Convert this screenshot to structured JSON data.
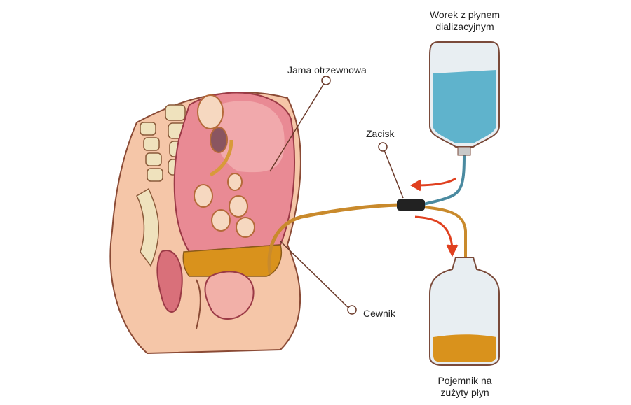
{
  "labels": {
    "bag_line1": "Worek z płynem",
    "bag_line2": "dializacyjnym",
    "cavity": "Jama otrzewnowa",
    "clamp": "Zacisk",
    "catheter": "Cewnik",
    "container_line1": "Pojemnik na",
    "container_line2": "zużyty płyn"
  },
  "colors": {
    "skin": "#f5c6a8",
    "cavity": "#e98a94",
    "fluid_clean": "#5fb3cc",
    "fluid_used": "#d9921c",
    "arrow": "#e0401f",
    "leader": "#6b3a2a"
  }
}
